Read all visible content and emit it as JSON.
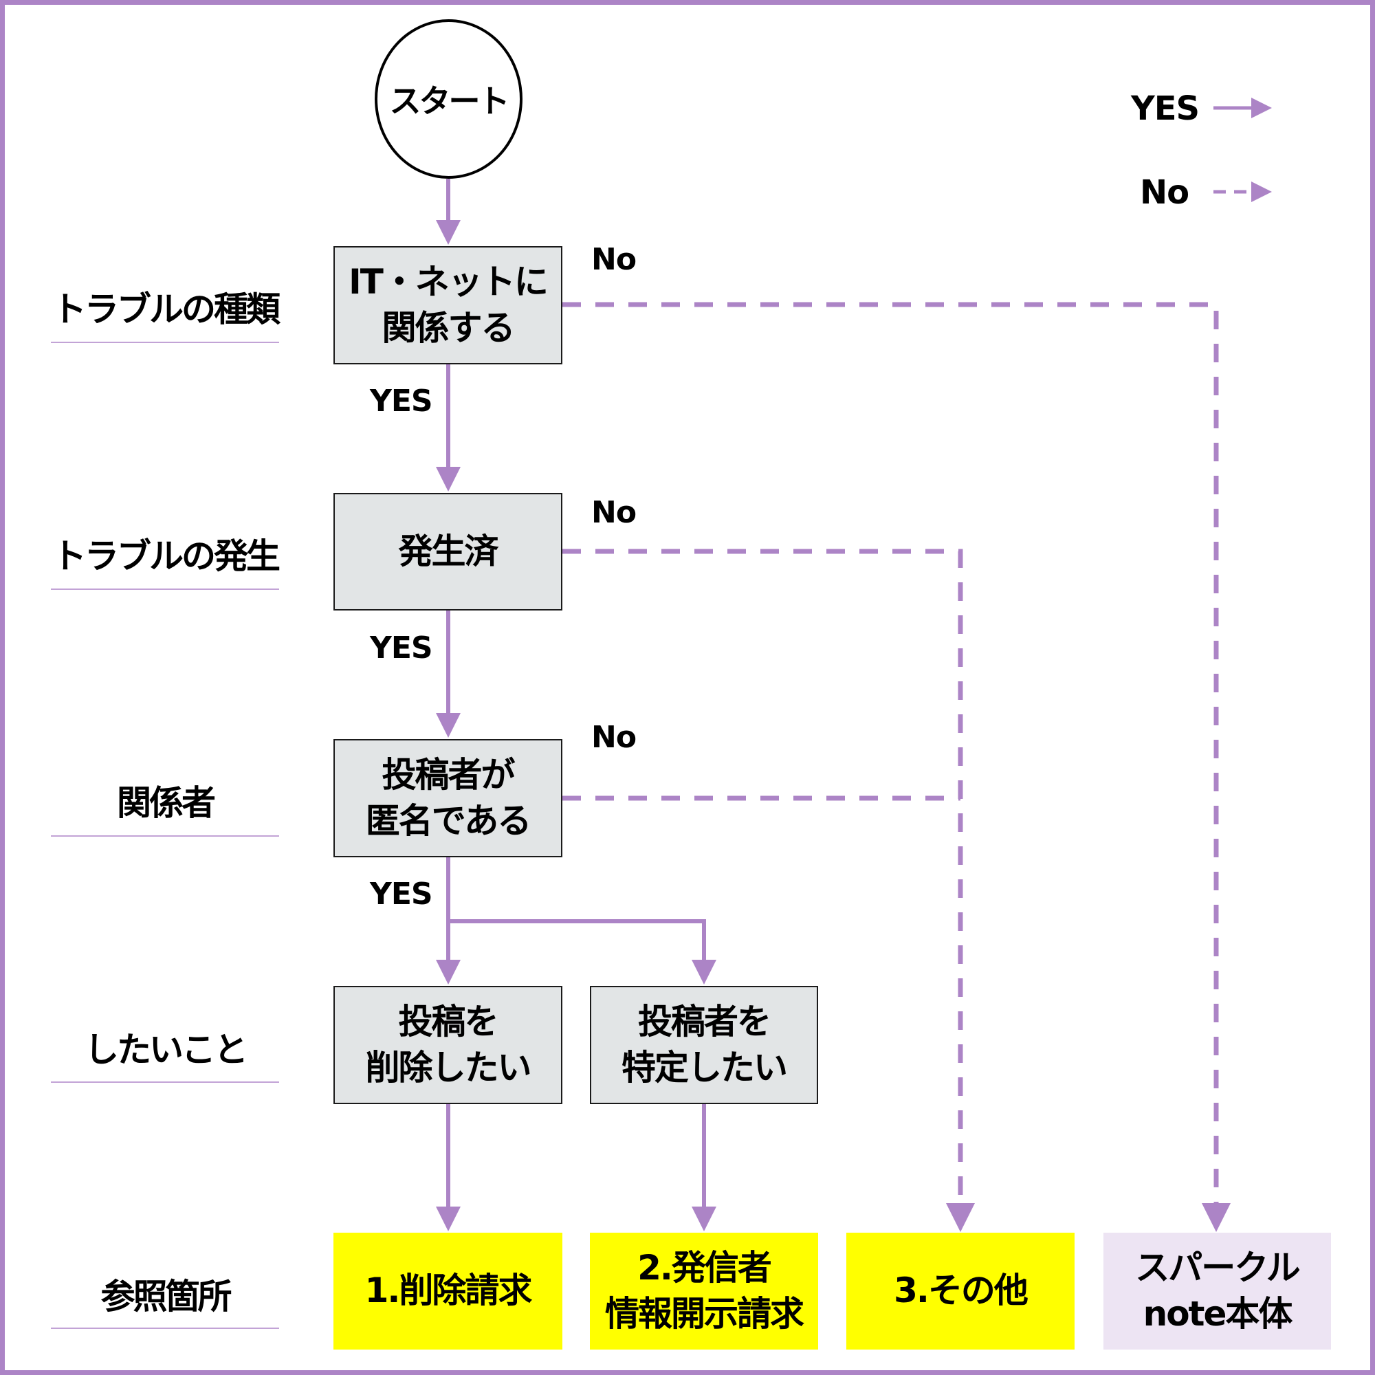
{
  "colors": {
    "frame": "#ac84c6",
    "connector": "#ac84c6",
    "decision_fill": "#e2e5e6",
    "result_fill": "#ffff00",
    "external_fill": "#ede4f3"
  },
  "legend": {
    "yes_label": "YES",
    "yes_style": "solid-arrow",
    "no_label": "No",
    "no_style": "dashed-arrow"
  },
  "start": {
    "label": "スタート"
  },
  "rows": [
    {
      "label": "トラブルの種類"
    },
    {
      "label": "トラブルの発生"
    },
    {
      "label": "関係者"
    },
    {
      "label": "したいこと"
    },
    {
      "label": "参照箇所"
    }
  ],
  "decisions": {
    "it_related": {
      "line1": "IT・ネットに",
      "line2": "関係する",
      "yes": "YES",
      "no": "No"
    },
    "occurred": {
      "line1": "発生済",
      "yes": "YES",
      "no": "No"
    },
    "anonymous": {
      "line1": "投稿者が",
      "line2": "匿名である",
      "yes": "YES",
      "no": "No"
    }
  },
  "wants": {
    "delete": {
      "line1": "投稿を",
      "line2": "削除したい"
    },
    "identify": {
      "line1": "投稿者を",
      "line2": "特定したい"
    }
  },
  "results": {
    "r1": {
      "line1": "1.削除請求"
    },
    "r2": {
      "line1": "2.発信者",
      "line2": "情報開示請求"
    },
    "r3": {
      "line1": "3.その他"
    },
    "r4": {
      "line1": "スパークル",
      "line2": "note本体"
    }
  }
}
